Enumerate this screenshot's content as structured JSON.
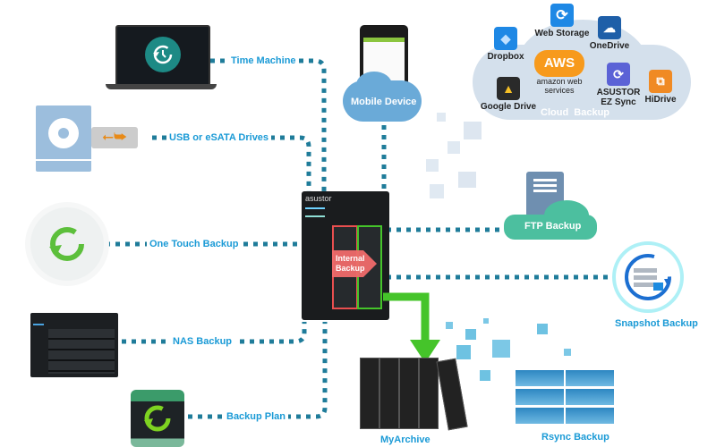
{
  "diagram": {
    "center_device": {
      "brand": "asustor",
      "internal_label": "Internal Backup"
    },
    "left_nodes": [
      {
        "label": "Time Machine"
      },
      {
        "label": "USB or eSATA Drives"
      },
      {
        "label": "One Touch Backup"
      },
      {
        "label": "NAS Backup"
      },
      {
        "label": "Backup Plan"
      }
    ],
    "mobile": {
      "label": "Mobile Device"
    },
    "cloud": {
      "title": "Cloud  Backup",
      "services": [
        {
          "label": "Web Storage"
        },
        {
          "label": "Dropbox"
        },
        {
          "label": "OneDrive"
        },
        {
          "label": "AWS",
          "sub": "amazon web services"
        },
        {
          "label": "Google Drive"
        },
        {
          "label": "ASUSTOR EZ Sync"
        },
        {
          "label": "HiDrive"
        }
      ]
    },
    "right_nodes": [
      {
        "label": "FTP Backup"
      },
      {
        "label": "Snapshot Backup"
      }
    ],
    "bottom_nodes": [
      {
        "label": "MyArchive"
      },
      {
        "label": "Rsync Backup"
      }
    ],
    "colors": {
      "connector": "#1f7c9a",
      "label_blue": "#1a9ad6",
      "cloud_bg": "#d4e0ec",
      "ftp_green": "#4cbf9f",
      "archive_arrow": "#45c42a",
      "internal_red": "#e94f4f"
    }
  }
}
